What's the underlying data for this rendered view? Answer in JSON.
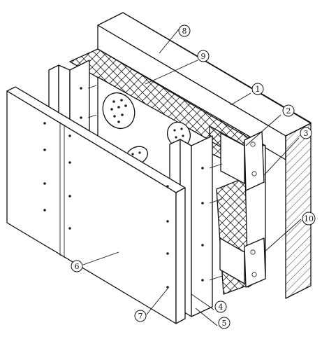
{
  "callouts": [
    {
      "id": "c1",
      "label": "1"
    },
    {
      "id": "c2",
      "label": "2"
    },
    {
      "id": "c3",
      "label": "3"
    },
    {
      "id": "c4",
      "label": "4"
    },
    {
      "id": "c5",
      "label": "5"
    },
    {
      "id": "c6",
      "label": "6"
    },
    {
      "id": "c7",
      "label": "7"
    },
    {
      "id": "c8",
      "label": "8"
    },
    {
      "id": "c9",
      "label": "9"
    },
    {
      "id": "c10",
      "label": "10"
    }
  ],
  "colors": {
    "ink": "#111111",
    "background": "#ffffff"
  }
}
